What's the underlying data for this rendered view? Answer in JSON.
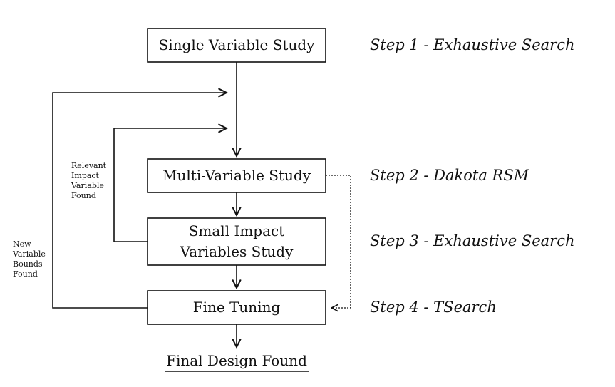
{
  "boxes": {
    "single_variable": "Single Variable Study",
    "multi_variable": "Multi-Variable Study",
    "small_impact_line1": "Small Impact",
    "small_impact_line2": "Variables Study",
    "fine_tuning": "Fine Tuning"
  },
  "steps": {
    "step1": "Step 1 - Exhaustive Search",
    "step2": "Step 2 - Dakota RSM",
    "step3": "Step 3 - Exhaustive Search",
    "step4": "Step 4 - TSearch"
  },
  "feedback_labels": {
    "relevant": [
      "Relevant",
      "Impact",
      "Variable",
      "Found"
    ],
    "new_bounds": [
      "New",
      "Variable",
      "Bounds",
      "Found"
    ]
  },
  "final": "Final Design Found"
}
